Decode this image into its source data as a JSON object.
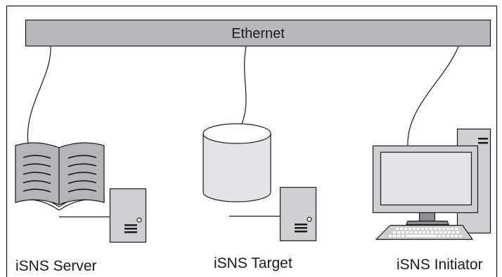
{
  "diagram": {
    "bus": {
      "label": "Ethernet"
    },
    "nodes": [
      {
        "id": "server",
        "label": "iSNS Server",
        "icon": "book-icon"
      },
      {
        "id": "target",
        "label": "iSNS Target",
        "icon": "storage-cylinder-icon"
      },
      {
        "id": "initiator",
        "label": "iSNS Initiator",
        "icon": "desktop-computer-icon"
      }
    ],
    "colors": {
      "bus_fill": "#b8b8bc",
      "device_fill": "#cfcfd2",
      "device_dark": "#8f8f93",
      "screen_fill": "#e3e3e6",
      "book_page": "#b4b4b8",
      "line": "#1a1a1a"
    }
  }
}
